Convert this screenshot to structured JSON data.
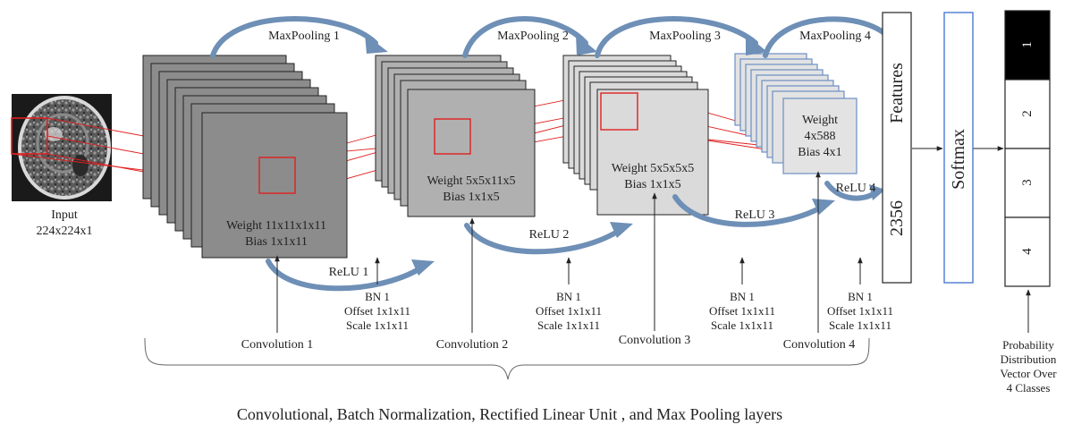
{
  "input": {
    "label": "Input",
    "size": "224x224x1"
  },
  "layers": [
    {
      "pool": "MaxPooling 1",
      "weight": "Weight 11x11x1x11",
      "bias": "Bias 1x1x11",
      "relu": "ReLU 1",
      "bn": "BN 1",
      "offset": "Offset 1x1x11",
      "scale": "Scale 1x1x11",
      "conv": "Convolution 1"
    },
    {
      "pool": "MaxPooling 2",
      "weight": "Weight 5x5x11x5",
      "bias": "Bias 1x1x5",
      "relu": "ReLU 2",
      "bn": "BN 1",
      "offset": "Offset 1x1x11",
      "scale": "Scale 1x1x11",
      "conv": "Convolution 2"
    },
    {
      "pool": "MaxPooling 3",
      "weight": "Weight 5x5x5x5",
      "bias": "Bias 1x1x5",
      "relu": "ReLU 3",
      "bn": "BN 1",
      "offset": "Offset 1x1x11",
      "scale": "Scale 1x1x11",
      "conv": "Convolution 3"
    },
    {
      "pool": "MaxPooling 4",
      "weight_line1": "Weight",
      "weight_line2": "4x588",
      "bias": "Bias 4x1",
      "relu": "ReLU 4",
      "bn": "BN 1",
      "offset": "Offset 1x1x11",
      "scale": "Scale 1x1x11",
      "conv": "Convolution 4"
    }
  ],
  "features": {
    "label": "Features",
    "count": "2356"
  },
  "softmax": "Softmax",
  "classes": [
    "1",
    "2",
    "3",
    "4"
  ],
  "output_caption": [
    "Probability",
    "Distribution",
    "Vector Over",
    "4 Classes"
  ],
  "caption": "Convolutional, Batch Normalization, Rectified Linear Unit , and Max Pooling layers",
  "colors": {
    "layer1": "#8c8c8c",
    "layer2": "#b0b0b0",
    "layer3": "#dadada",
    "layer4": "#e3e3e3",
    "layer4_border": "#6a8ec4",
    "arrow_fill": "#6e8fb6",
    "red": "#e02020",
    "selected_class": "#000000"
  }
}
